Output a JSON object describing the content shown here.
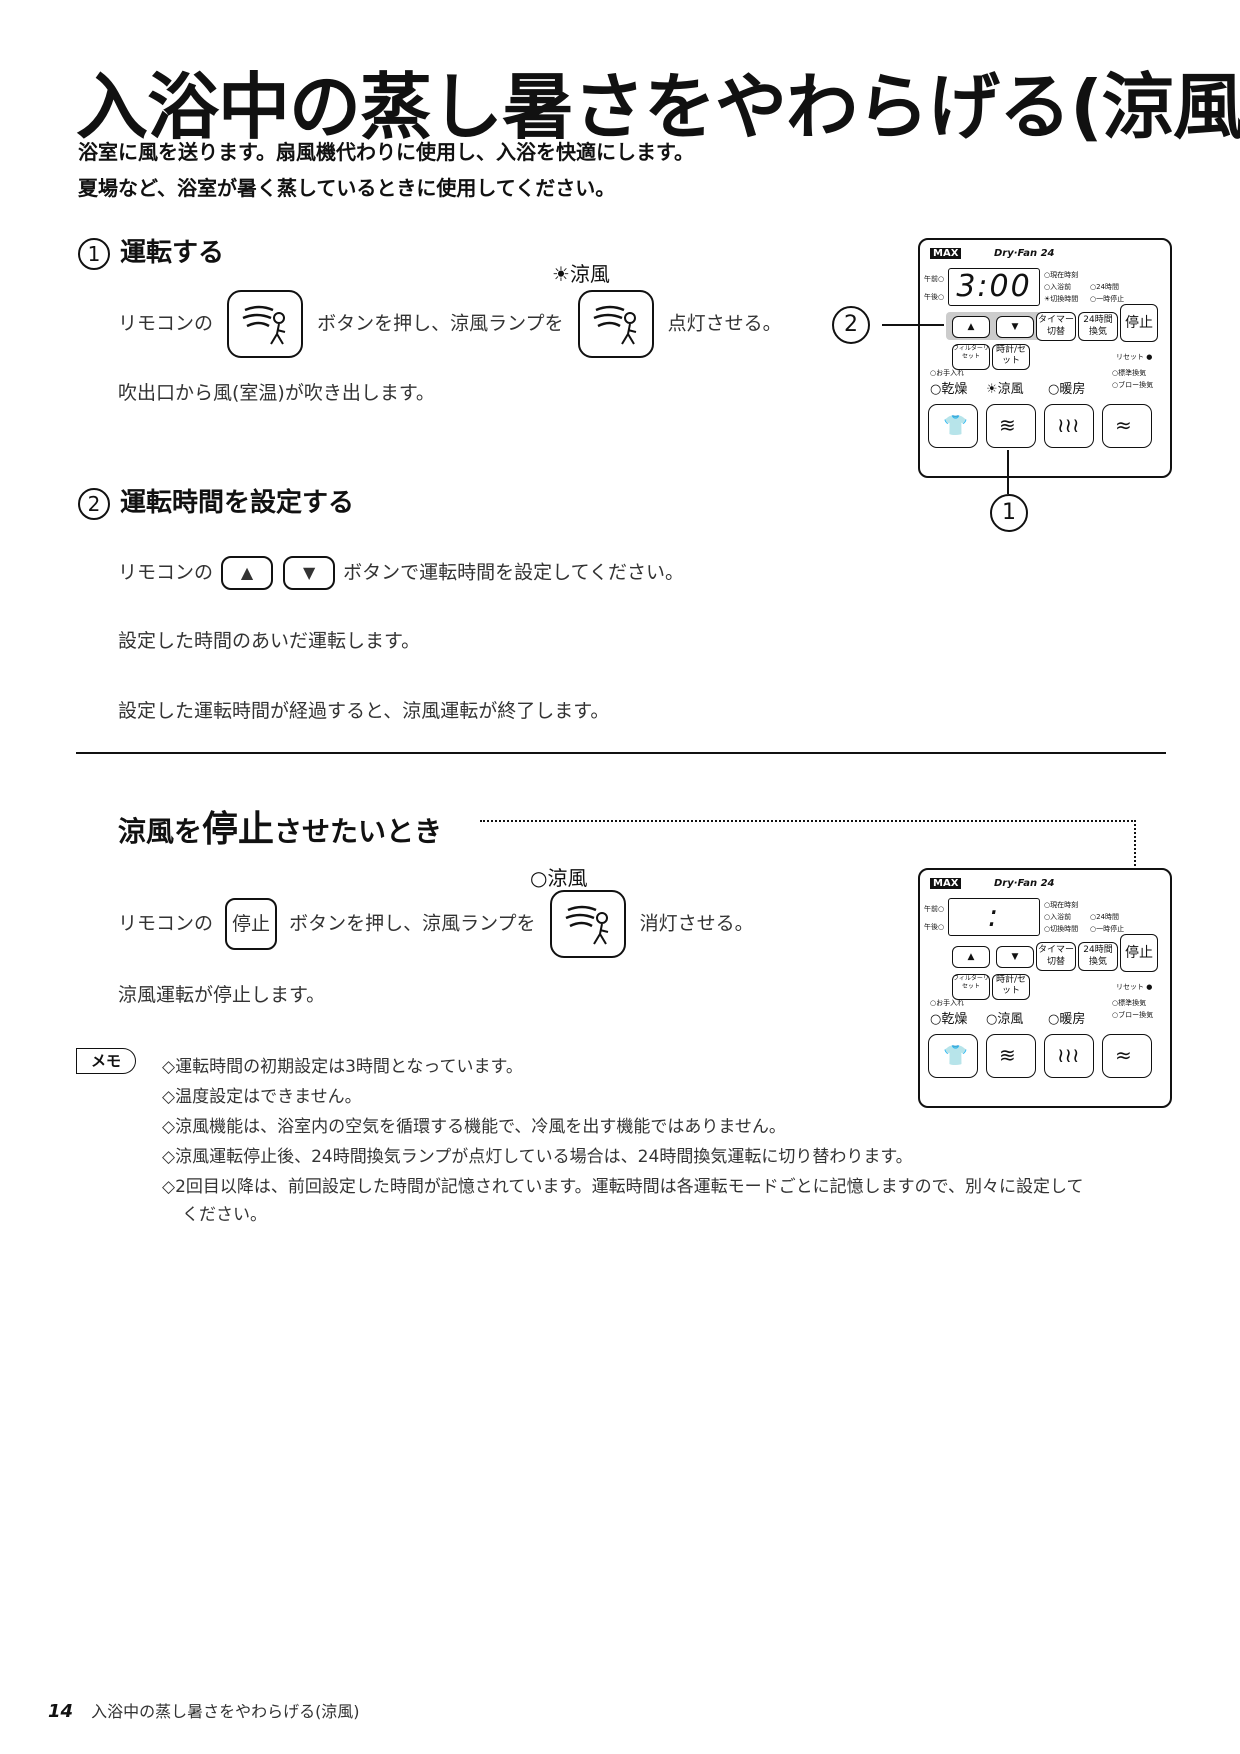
{
  "title": "入浴中の蒸し暑さをやわらげる(涼風)",
  "lead": [
    "浴室に風を送ります。扇風機代わりに使用し、入浴を快適にします。",
    "夏場など、浴室が暑く蒸しているときに使用してください。"
  ],
  "step1": {
    "number": "1",
    "heading": "運転する",
    "lamp_label": "涼風",
    "text_a": "リモコンの",
    "text_b": "ボタンを押し、涼風ランプを",
    "text_c": "点灯させる。",
    "note": "吹出口から風(室温)が吹き出します。"
  },
  "step2": {
    "number": "2",
    "heading": "運転時間を設定する",
    "text_a": "リモコンの",
    "up_label": "▲",
    "down_label": "▼",
    "text_b": "ボタンで運転時間を設定してください。",
    "note1": "設定した時間のあいだ運転します。",
    "note2": "設定した運転時間が経過すると、涼風運転が終了します。"
  },
  "stop": {
    "heading_a": "涼風を",
    "heading_big": "停止",
    "heading_b": "させたいとき",
    "lamp_label": "涼風",
    "text_a": "リモコンの",
    "stop_label": "停止",
    "text_b": "ボタンを押し、涼風ランプを",
    "text_c": "消灯させる。",
    "note": "涼風運転が停止します。"
  },
  "memo": {
    "tag": "メモ",
    "lines": [
      "◇運転時間の初期設定は3時間となっています。",
      "◇温度設定はできません。",
      "◇涼風機能は、浴室内の空気を循環する機能で、冷風を出す機能ではありません。",
      "◇涼風運転停止後、24時間換気ランプが点灯している場合は、24時間換気運転に切り替わります。",
      "◇2回目以降は、前回設定した時間が記憶されています。運転時間は各運転モードごとに記憶しますので、別々に設定して",
      "ください。"
    ]
  },
  "remote": {
    "brand": "MAX",
    "model": "Dry·Fan 24",
    "am": "午前",
    "pm": "午後",
    "display_on": "3:00",
    "display_off": ":",
    "ind_current": "現在時刻",
    "ind_bath": "入浴前",
    "ind_cut": "切換時間",
    "ind_24h": "24時間",
    "ind_pause": "一時停止",
    "timer": "タイマー切替",
    "vent24": "24時間換気",
    "stop": "停止",
    "filter": "フィルターリセット",
    "clock": "時計/セット",
    "reset": "リセット",
    "care": "お手入れ",
    "std_vent": "標準換気",
    "blow_vent": "ブロー換気",
    "modes": [
      "乾燥",
      "涼風",
      "暖房"
    ],
    "up": "▲",
    "down": "▼"
  },
  "callouts": {
    "one": "1",
    "two": "2"
  },
  "footer": {
    "page": "14",
    "text": "入浴中の蒸し暑さをやわらげる(涼風)"
  }
}
